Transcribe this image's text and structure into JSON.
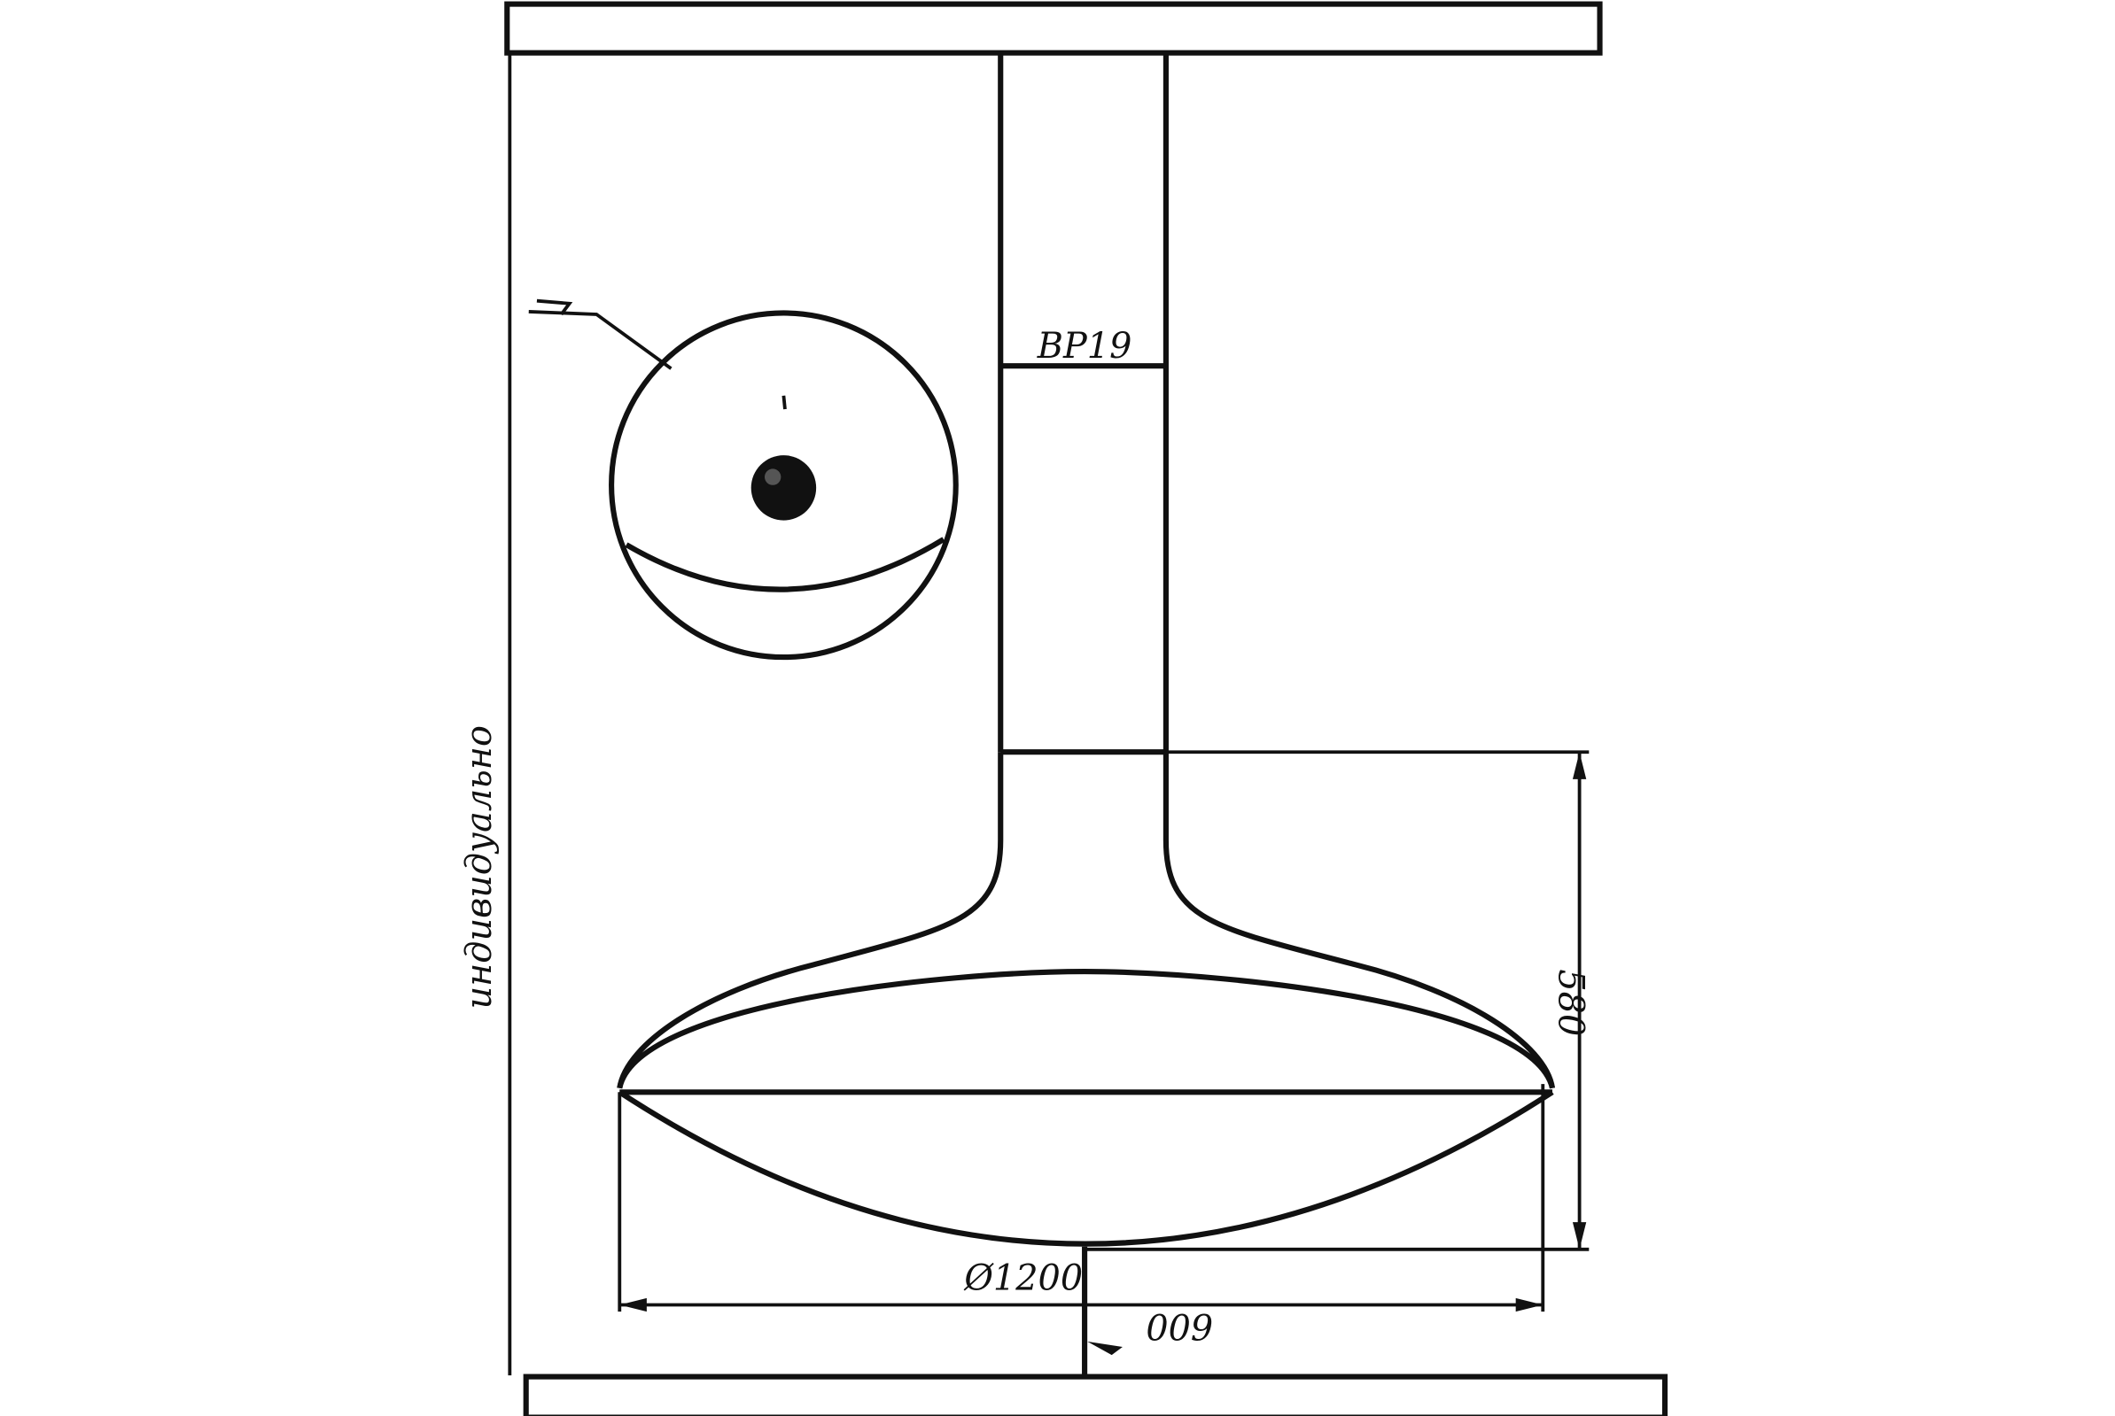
{
  "drawing": {
    "pipe_dimension": "BP19",
    "diameter_dimension": "Ø1200",
    "radius_dimension": "600",
    "height_dimension": "580",
    "overall_height_note": "индивидуально"
  },
  "colors": {
    "line": "#111111",
    "background": "#ffffff"
  }
}
